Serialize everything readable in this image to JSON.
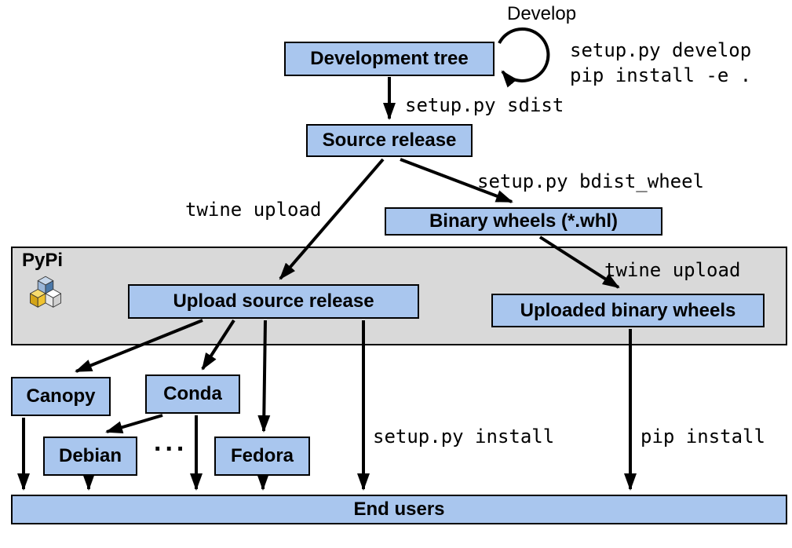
{
  "nodes": {
    "dev_tree": "Development tree",
    "source_release": "Source release",
    "binary_wheels": "Binary wheels (*.whl)",
    "upload_source": "Upload source release",
    "uploaded_wheels": "Uploaded binary wheels",
    "canopy": "Canopy",
    "conda": "Conda",
    "debian": "Debian",
    "fedora": "Fedora",
    "end_users": "End users",
    "dots": "..."
  },
  "labels": {
    "develop": "Develop",
    "setup_develop_line1": "setup.py develop",
    "setup_develop_line2": "pip install -e .",
    "setup_sdist": "setup.py sdist",
    "setup_bdist_wheel": "setup.py bdist_wheel",
    "twine_upload_left": "twine upload",
    "twine_upload_right": "twine upload",
    "setup_install": "setup.py install",
    "pip_install": "pip install",
    "pypi": "PyPi"
  },
  "colors": {
    "node_fill": "#a9c6ee",
    "band_fill": "#d9d9d9",
    "arrow": "#000000",
    "logo_blue": "#3b6ea5",
    "logo_yellow": "#f5c12b"
  }
}
